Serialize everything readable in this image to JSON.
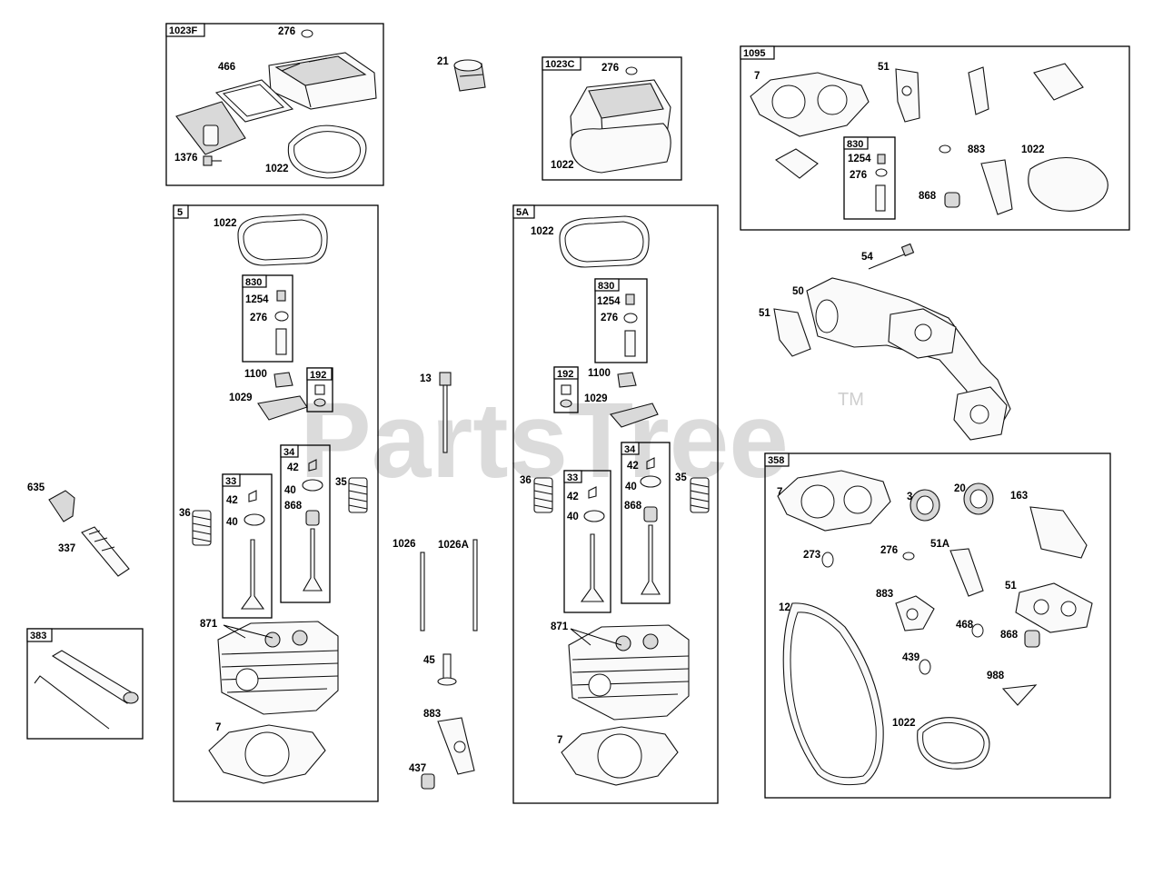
{
  "watermark": {
    "text": "PartsTree",
    "trademark": "TM"
  },
  "groups": {
    "g1023F": "1023F",
    "g1023C": "1023C",
    "g1095": "1095",
    "g5": "5",
    "g5A": "5A",
    "g358": "358",
    "g383": "383",
    "g830": "830",
    "g192": "192",
    "g33": "33",
    "g34": "34"
  },
  "parts": {
    "p7": "7",
    "p12": "12",
    "p13": "13",
    "p20": "20",
    "p21": "21",
    "p3": "3",
    "p35": "35",
    "p36": "36",
    "p40": "40",
    "p42": "42",
    "p45": "45",
    "p50": "50",
    "p51": "51",
    "p51A": "51A",
    "p54": "54",
    "p163": "163",
    "p273": "273",
    "p276": "276",
    "p337": "337",
    "p437": "437",
    "p439": "439",
    "p466": "466",
    "p468": "468",
    "p635": "635",
    "p868": "868",
    "p871": "871",
    "p883": "883",
    "p988": "988",
    "p1022": "1022",
    "p1026": "1026",
    "p1026A": "1026A",
    "p1029": "1029",
    "p1100": "1100",
    "p1254": "1254",
    "p1376": "1376"
  }
}
